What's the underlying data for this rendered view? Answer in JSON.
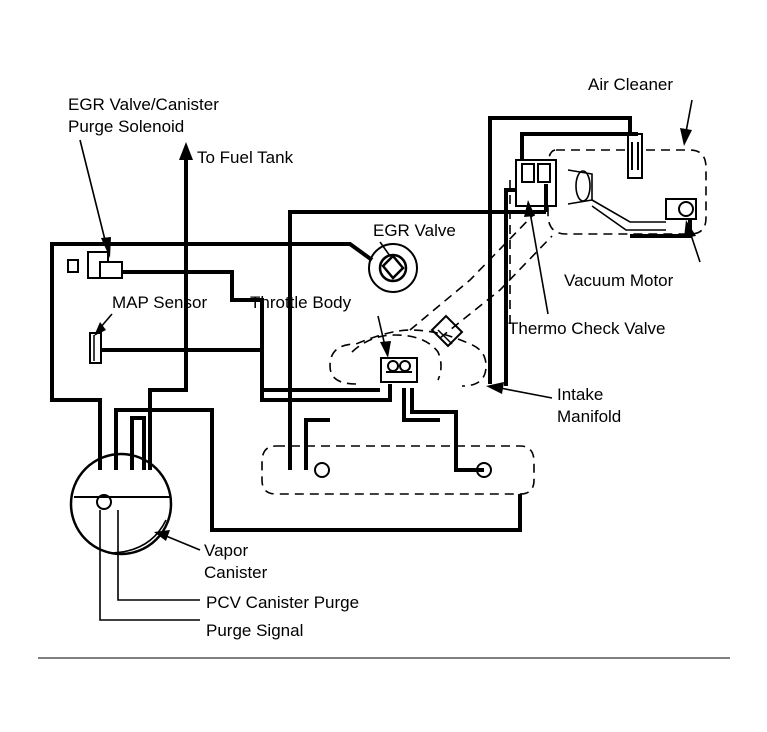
{
  "labels": {
    "egr_solenoid_line1": "EGR Valve/Canister",
    "egr_solenoid_line2": "Purge Solenoid",
    "to_fuel_tank": "To Fuel Tank",
    "air_cleaner": "Air Cleaner",
    "egr_valve": "EGR Valve",
    "vacuum_motor": "Vacuum Motor",
    "map_sensor": "MAP Sensor",
    "throttle_body": "Throttle Body",
    "thermo_check_valve": "Thermo Check Valve",
    "intake_line1": "Intake",
    "intake_line2": "Manifold",
    "vapor_line1": "Vapor",
    "vapor_line2": "Canister",
    "pcv_canister_purge": "PCV Canister Purge",
    "purge_signal": "Purge Signal"
  }
}
